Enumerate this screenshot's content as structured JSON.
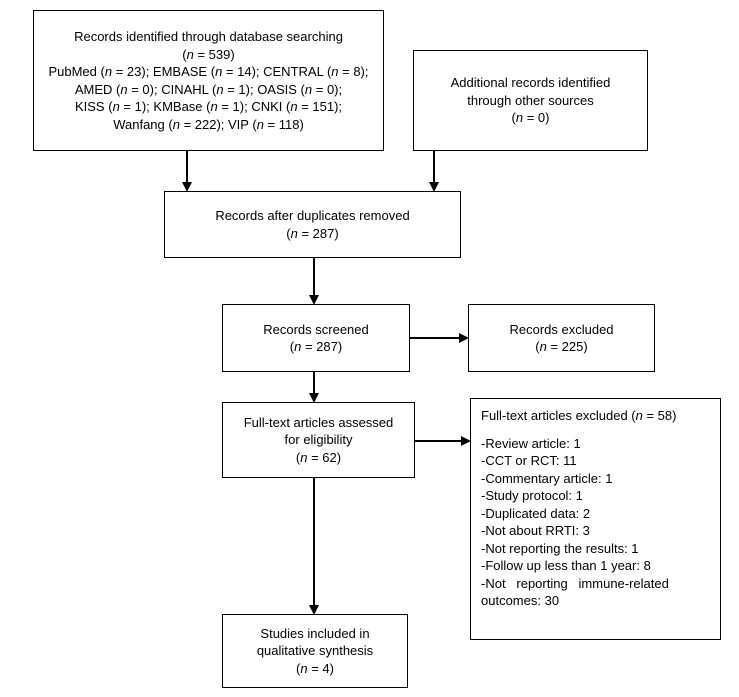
{
  "identification": {
    "title": "Records identified through database searching",
    "count": "(n = 539)",
    "sources": [
      "PubMed (n = 23); EMBASE (n = 14); CENTRAL (n = 8);",
      "AMED (n = 0); CINAHL (n = 1); OASIS (n = 0);",
      "KISS (n = 1); KMBase (n = 1); CNKI (n = 151);",
      "Wanfang (n = 222); VIP (n = 118)"
    ]
  },
  "additional": {
    "lines": [
      "Additional records identified",
      "through other sources"
    ],
    "count": "(n =  0)"
  },
  "duplicates": {
    "title": "Records after duplicates removed",
    "count": "(n = 287)"
  },
  "screened": {
    "title": "Records screened",
    "count": "(n = 287)"
  },
  "excluded": {
    "title": "Records excluded",
    "count": "(n = 225)"
  },
  "fulltext": {
    "lines": [
      "Full-text articles assessed",
      "for eligibility"
    ],
    "count": "(n = 62)"
  },
  "fulltext_excluded": {
    "title": "Full-text articles excluded (n = 58)",
    "reasons": [
      "-Review article: 1",
      "-CCT or RCT: 11",
      "-Commentary article: 1",
      "-Study protocol: 1",
      "-Duplicated data: 2",
      "-Not about RRTI: 3",
      "-Not reporting the results: 1",
      "-Follow up less than 1 year: 8",
      "-Not   reporting   immune-related",
      "outcomes: 30"
    ]
  },
  "included": {
    "lines": [
      "Studies included in",
      "qualitative synthesis"
    ],
    "count": "(n = 4)"
  }
}
